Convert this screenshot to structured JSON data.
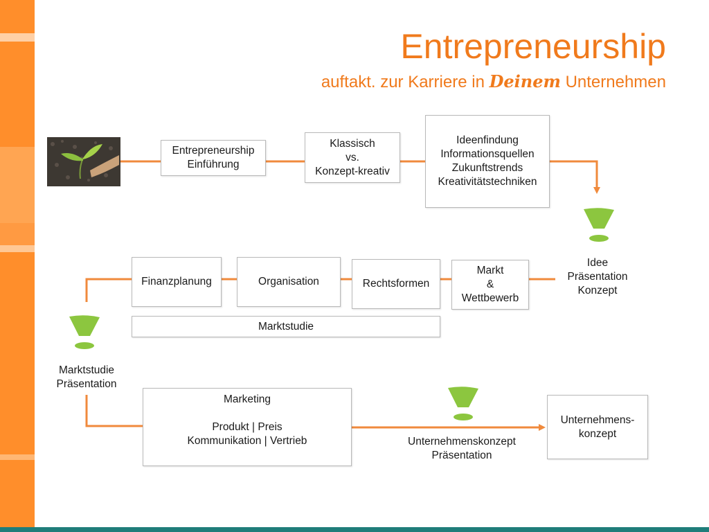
{
  "title": "Entrepreneurship",
  "subtitle": {
    "prefix": "auftakt. zur Karriere in",
    "emphasis": "Deinem",
    "suffix": "Unternehmen"
  },
  "colors": {
    "accent_orange": "#f07a1c",
    "connector_orange": "#f08a3c",
    "exclamation_green": "#8cc63f",
    "side_bar": "#ff8e2b",
    "bottom_bar": "#1f7d7a"
  },
  "row1": {
    "photo": "seedling-photo",
    "box_intro": [
      "Entrepreneurship",
      "Einführung"
    ],
    "box_classic": [
      "Klassisch",
      "vs.",
      "Konzept-kreativ"
    ],
    "box_ideas": [
      "Ideenfindung",
      "Informationsquellen",
      "Zukunftstrends",
      "Kreativitätstechniken"
    ]
  },
  "milestone1": [
    "Idee",
    "Präsentation",
    "Konzept"
  ],
  "row2": {
    "box_market": [
      "Markt",
      "&",
      "Wettbewerb"
    ],
    "box_legal": [
      "Rechtsformen"
    ],
    "box_org": [
      "Organisation"
    ],
    "box_finance": [
      "Finanzplanung"
    ],
    "box_study": [
      "Marktstudie"
    ]
  },
  "milestone2": [
    "Marktstudie",
    "Präsentation"
  ],
  "row3": {
    "box_marketing": [
      "Marketing",
      "",
      "Produkt | Preis",
      "Kommunikation | Vertrieb"
    ],
    "box_company": [
      "Unternehmens-",
      "konzept"
    ]
  },
  "milestone3": [
    "Unternehmenskonzept",
    "Präsentation"
  ],
  "icons": {
    "exclamation": "exclamation-icon",
    "arrow": "arrow-head"
  }
}
